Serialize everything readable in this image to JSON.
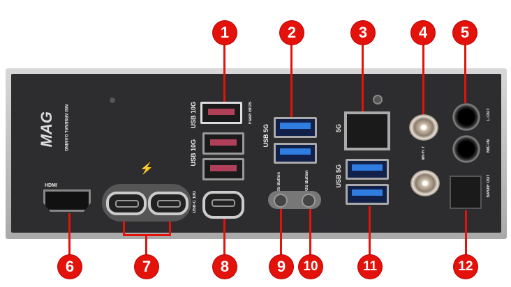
{
  "callouts": [
    "1",
    "2",
    "3",
    "4",
    "5",
    "6",
    "7",
    "8",
    "9",
    "10",
    "11",
    "12"
  ],
  "brand": {
    "logo": "MAG",
    "tagline": "MSI ARSENAL GAMING"
  },
  "labels": {
    "hdmi": "HDMI",
    "usb10g_top": "USB 10G",
    "flash_bios_port": "Flash BIOS",
    "usb10g": "USB 10G",
    "usbc10g": "USB-C 10G",
    "usb5g_left": "USB 5G",
    "flash_bios_button": "Flash BIOS Button",
    "clear_cmos_button": "Clear CMOS Button",
    "lan": "5G",
    "usb5g_right": "USB 5G",
    "wifi": "Wi-Fi 7",
    "lout": "L-OUT",
    "micin": "MIC-IN",
    "spdif": "S/PDIF OUT"
  },
  "colors": {
    "callout": "#e3120b",
    "panel": "#2d2d2f",
    "usb10g": "#b0405a",
    "usb5g": "#2f7de0"
  }
}
